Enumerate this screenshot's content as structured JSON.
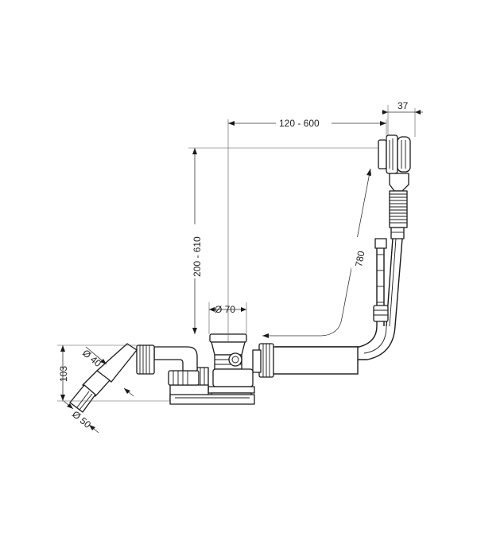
{
  "dimensions": {
    "cable_length": "780",
    "horizontal_range": "120 - 600",
    "overflow_depth": "37",
    "vertical_range": "200 - 610",
    "drain_diameter": "Ø 70",
    "trap_height": "103",
    "outlet_diameter_40": "Ø 40",
    "outlet_diameter_50": "Ø 50"
  }
}
